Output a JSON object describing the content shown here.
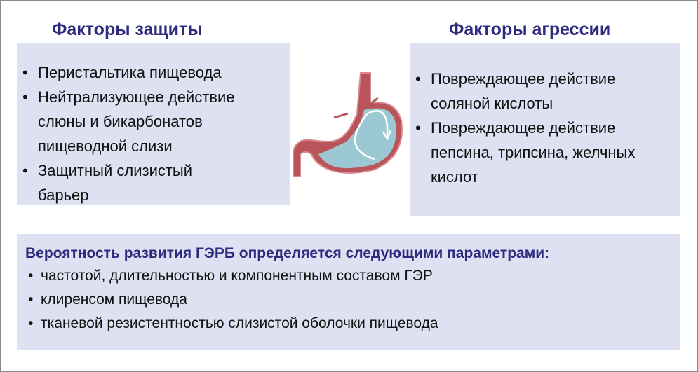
{
  "protection": {
    "title": "Факторы защиты",
    "items": [
      "Перистальтика пищевода",
      "Нейтрализующее действие слюны и бикарбонатов пищеводной слизи",
      "Защитный слизистый барьер"
    ]
  },
  "aggression": {
    "title": "Факторы агрессии",
    "items": [
      "Повреждающее действие соляной кислоты",
      "Повреждающее действие пепсина, трипсина, желчных кислот"
    ]
  },
  "bottom": {
    "title": "Вероятность развития ГЭРБ определяется следующими параметрами:",
    "items": [
      "частотой, длительностью и компонентным составом ГЭР",
      "клиренсом пищевода",
      "тканевой резистентностью слизистой оболочки пищевода"
    ]
  },
  "bullet": "•"
}
